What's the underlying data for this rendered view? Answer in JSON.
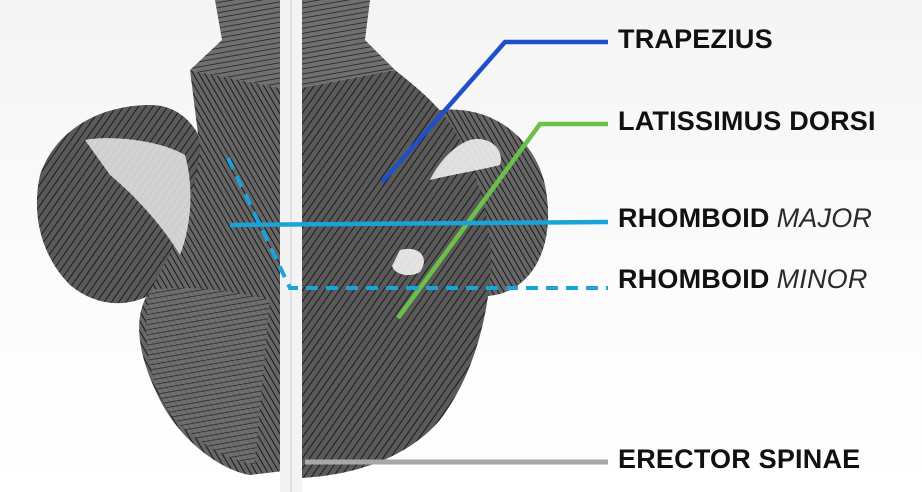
{
  "labels": {
    "trapezius": "TRAPEZIUS",
    "latissimus": "LATISSIMUS DORSI",
    "rhomboid_major_main": "RHOMBOID",
    "rhomboid_major_sub": "MAJOR",
    "rhomboid_minor_main": "RHOMBOID",
    "rhomboid_minor_sub": "MINOR",
    "erector": "ERECTOR SPINAE"
  },
  "colors": {
    "trapezius": "#1f4fc9",
    "latissimus": "#6cc04a",
    "rhomboid": "#1aa3d8",
    "erector": "#a8a8a8"
  }
}
